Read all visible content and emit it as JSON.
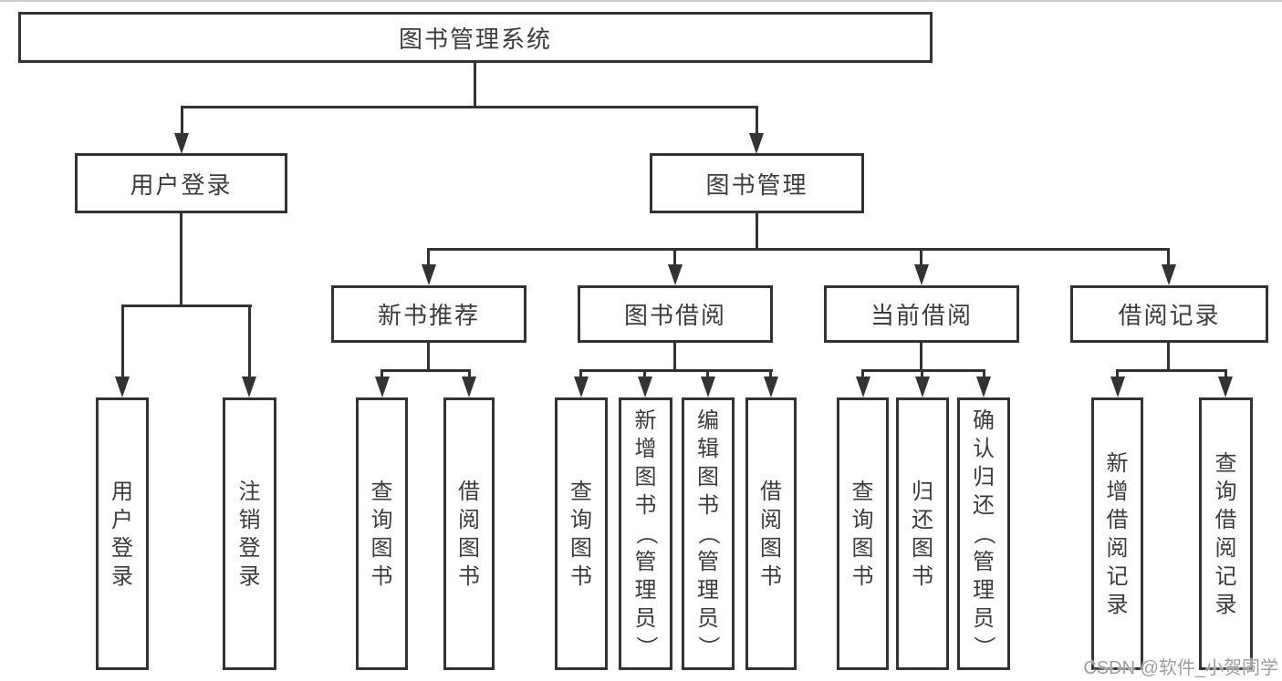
{
  "diagram_title": "图书管理系统",
  "nodes": {
    "root": "图书管理系统",
    "user_login": "用户登录",
    "book_mgmt": "图书管理",
    "new_book_rec": "新书推荐",
    "book_borrow": "图书借阅",
    "current_borrow": "当前借阅",
    "borrow_record": "借阅记录",
    "leaf_user_login": "用户登录",
    "leaf_logout": "注销登录",
    "leaf_query_book_rec": "查询图书",
    "leaf_borrow_book_rec": "借阅图书",
    "leaf_query_book_borrow": "查询图书",
    "leaf_add_book_admin": "新增图书（管理员）",
    "leaf_edit_book_admin": "编辑图书（管理员）",
    "leaf_borrow_book_borrow": "借阅图书",
    "leaf_query_book_current": "查询图书",
    "leaf_return_book": "归还图书",
    "leaf_confirm_return_admin": "确认归还（管理员）",
    "leaf_add_borrow_record": "新增借阅记录",
    "leaf_query_borrow_record": "查询借阅记录"
  },
  "watermark": "CSDN @软件_小贺同学",
  "colors": {
    "line": "#333333",
    "text": "#3c3c3c",
    "watermark": "#9e9e9e",
    "background": "#ffffff"
  }
}
